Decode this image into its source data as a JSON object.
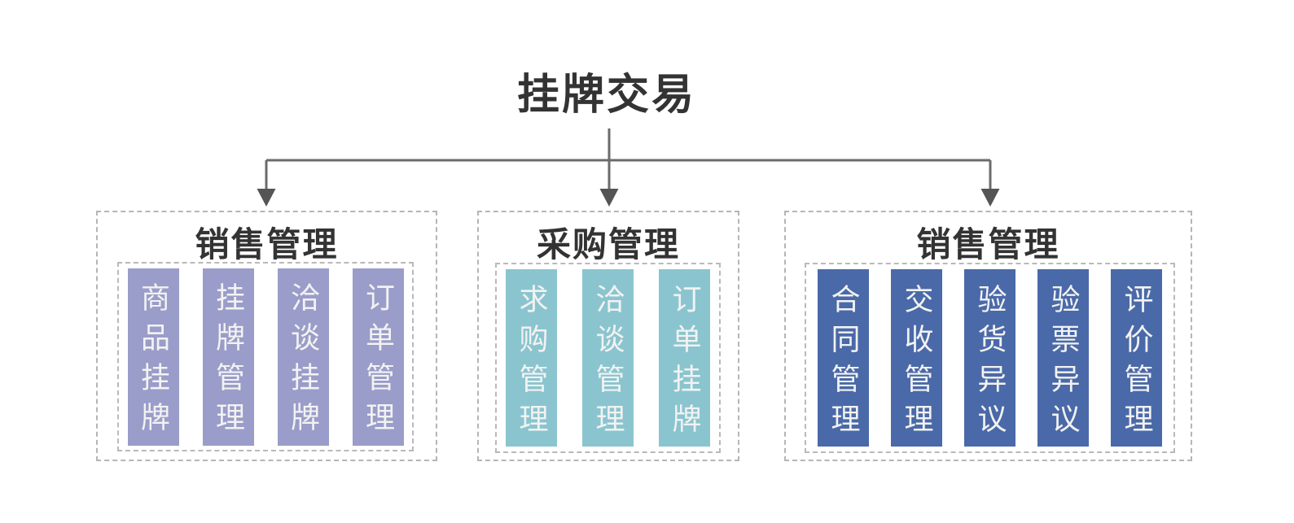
{
  "title": "挂牌交易",
  "groups": [
    {
      "label": "销售管理",
      "item_color": "#9a9cc9",
      "items": [
        "商品挂牌",
        "挂牌管理",
        "洽谈挂牌",
        "订单管理"
      ]
    },
    {
      "label": "采购管理",
      "item_color": "#8ac5cf",
      "items": [
        "求购管理",
        "洽谈管理",
        "订单挂牌"
      ]
    },
    {
      "label": "销售管理",
      "item_color": "#4a69a8",
      "items": [
        "合同管理",
        "交收管理",
        "验货异议",
        "验票异议",
        "评价管理"
      ]
    }
  ],
  "colors": {
    "heading_text": "#333333",
    "module_text": "#f2f2f2",
    "connector_line": "#6b6b6b",
    "arrowhead": "#555555",
    "dashed_border": "#b5b5b5",
    "group1_module": "#9a9cc9",
    "group2_module": "#8ac5cf",
    "group3_module": "#4a69a8"
  }
}
